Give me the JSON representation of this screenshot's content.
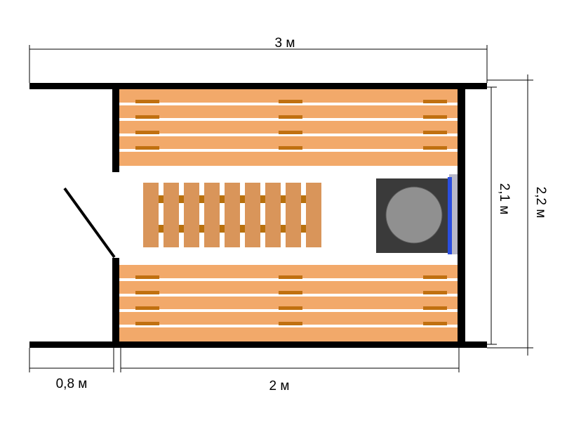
{
  "diagram": {
    "type": "sauna-floor-plan",
    "colors": {
      "wall": "#000000",
      "bench_plank": "#f2a96a",
      "bench_support": "#c07010",
      "floor_grate_slat": "#d9955a",
      "floor_grate_support": "#b8700d",
      "stove_body": "#3a3a3a",
      "stove_top": "#909090",
      "stove_side_panel": "#b8b8c8",
      "stove_edge_accent": "#2a4ee0",
      "dimension_line": "#000000"
    },
    "icons": {
      "door": "door-swing-icon",
      "stove": "stove-icon",
      "bench_upper": "bench-icon",
      "bench_lower": "bench-icon",
      "floor_grate": "floor-grate-icon"
    }
  },
  "dimensions": {
    "total_length": "3 м",
    "total_width": "2,2 м",
    "inner_width": "2,1 м",
    "vestibule_length": "0,8 м",
    "steam_room_length": "2 м"
  }
}
